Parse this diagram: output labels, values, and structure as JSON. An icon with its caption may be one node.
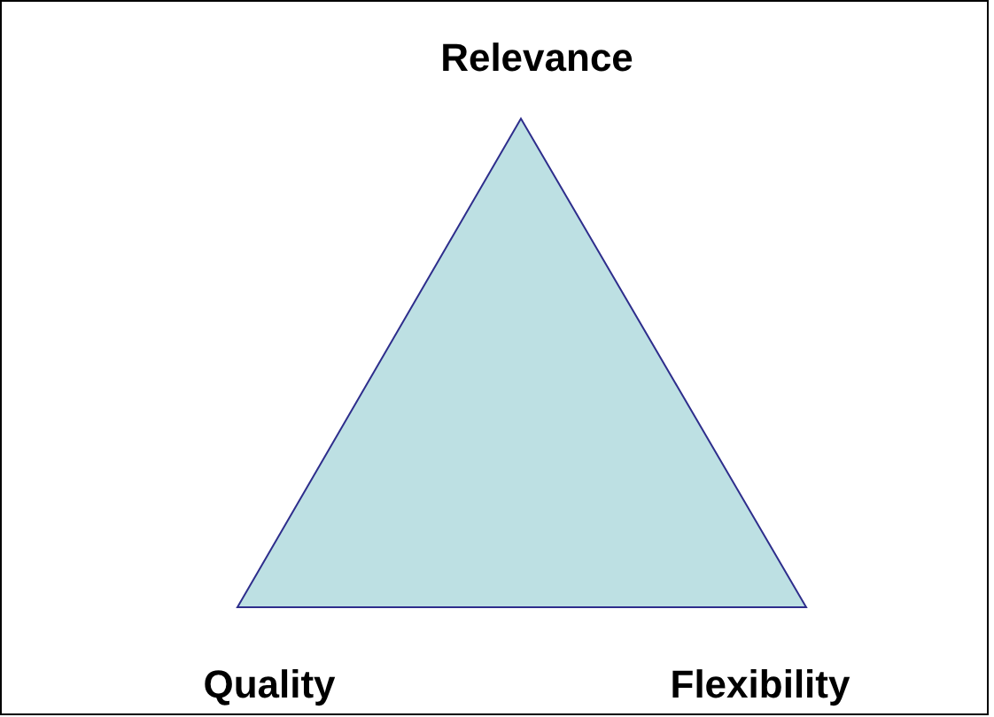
{
  "diagram": {
    "labels": [
      "Relevance",
      "Quality",
      "Flexibility"
    ]
  }
}
